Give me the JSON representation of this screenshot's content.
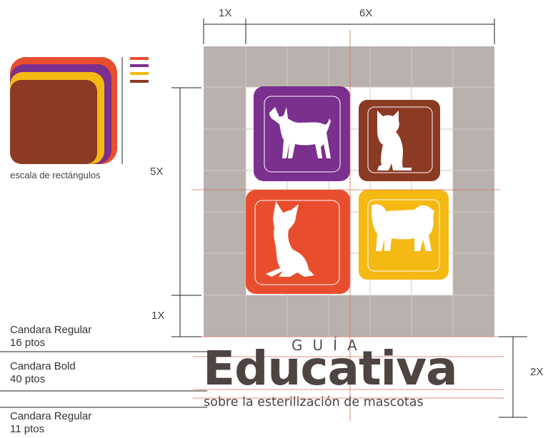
{
  "dimensions": {
    "top_left": "1X",
    "top_right": "6X",
    "left_height": "5X",
    "left_bottom": "1X",
    "right_height": "2X"
  },
  "scale": {
    "label": "escala de rectángulos",
    "colors": [
      "#e84e2d",
      "#7b2f8e",
      "#f5b914",
      "#8b3a24"
    ]
  },
  "typography": [
    {
      "font": "Candara Regular",
      "size": "16 ptos"
    },
    {
      "font": "Candara Bold",
      "size": "40 ptos"
    },
    {
      "font": "Candara Regular",
      "size": "11 ptos"
    }
  ],
  "logo": {
    "guia": "GUÍA",
    "title": "Educativa",
    "subtitle": "sobre la esterilización de mascotas",
    "tiles": [
      {
        "animal": "chihuahua-standing",
        "color": "#7b2f8e"
      },
      {
        "animal": "cat-sitting",
        "color": "#8b3a24"
      },
      {
        "animal": "chihuahua-sitting",
        "color": "#e84e2d"
      },
      {
        "animal": "pug-standing",
        "color": "#f5b914"
      }
    ],
    "grid_color": "#b8b1ae",
    "guide_color": "#c0392b"
  }
}
